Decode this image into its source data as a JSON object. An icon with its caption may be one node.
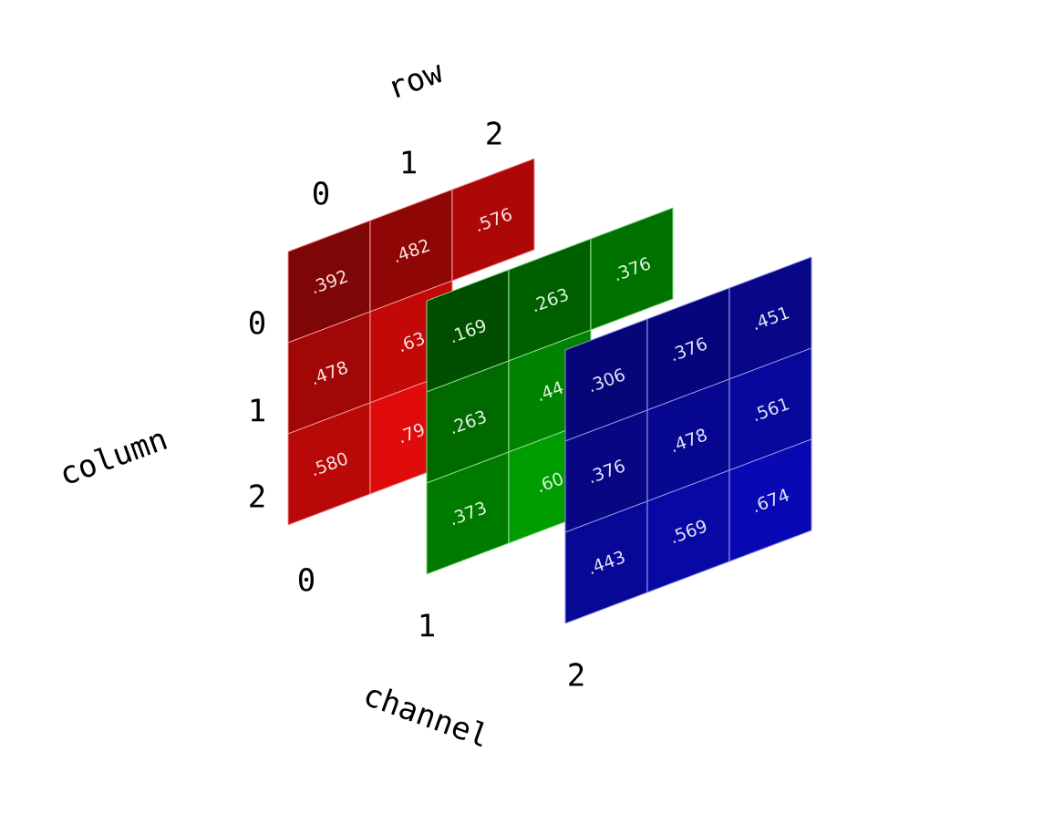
{
  "diagram": {
    "nodes": [
      {
        "text": [
          ".392"
        ]
      },
      {
        "text": [
          ".482"
        ]
      },
      {
        "text": [
          ".576"
        ]
      },
      {
        "text": [
          ".478"
        ]
      },
      {
        "text": [
          ".63"
        ]
      },
      {
        "text": [
          ".580"
        ]
      },
      {
        "text": [
          ".79"
        ]
      },
      {
        "text": [
          ".169"
        ]
      },
      {
        "text": [
          ".263"
        ]
      },
      {
        "text": [
          ".376"
        ]
      },
      {
        "text": [
          ".263"
        ]
      },
      {
        "text": [
          ".44"
        ]
      },
      {
        "text": [
          ".373"
        ]
      },
      {
        "text": [
          ".60"
        ]
      },
      {
        "text": [
          ".306"
        ]
      },
      {
        "text": [
          ".376"
        ]
      },
      {
        "text": [
          ".451"
        ]
      },
      {
        "text": [
          ".376"
        ]
      },
      {
        "text": [
          ".478"
        ]
      },
      {
        "text": [
          ".561"
        ]
      },
      {
        "text": [
          ".443"
        ]
      },
      {
        "text": [
          ".569"
        ]
      },
      {
        "text": [
          ".674"
        ]
      }
    ],
    "labels": [
      "row",
      "0",
      "1",
      "2",
      "0",
      "1",
      "2",
      "column",
      "0",
      "1",
      "2",
      "channel"
    ]
  }
}
